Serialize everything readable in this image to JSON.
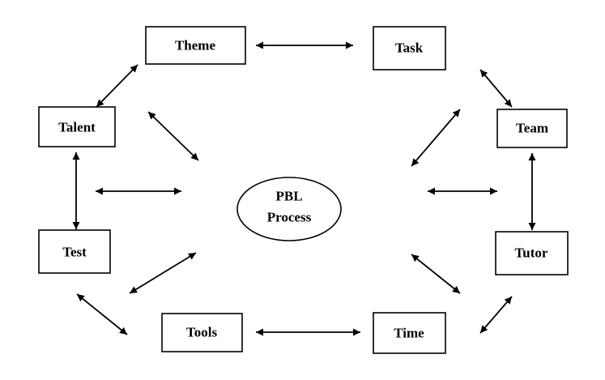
{
  "diagram": {
    "center": {
      "label_line1": "PBL",
      "label_line2": "Process"
    },
    "nodes": {
      "theme": "Theme",
      "task": "Task",
      "talent": "Talent",
      "team": "Team",
      "test": "Test",
      "tutor": "Tutor",
      "tools": "Tools",
      "time": "Time"
    },
    "colors": {
      "stroke": "#000000",
      "background": "#ffffff"
    }
  }
}
